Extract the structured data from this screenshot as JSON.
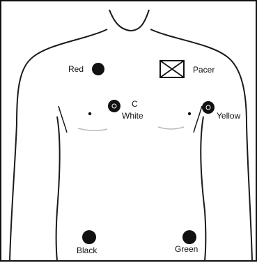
{
  "colors": {
    "outline": "#1a1a1a",
    "electrode": "#111111",
    "background": "#ffffff"
  },
  "electrodes": [
    {
      "id": "red",
      "label": "Red"
    },
    {
      "id": "c",
      "label": "C"
    },
    {
      "id": "white",
      "label": "White"
    },
    {
      "id": "yellow",
      "label": "Yellow"
    },
    {
      "id": "black",
      "label": "Black"
    },
    {
      "id": "green",
      "label": "Green"
    }
  ],
  "pacer": {
    "label": "Pacer",
    "icon": "pacer-box-icon"
  }
}
